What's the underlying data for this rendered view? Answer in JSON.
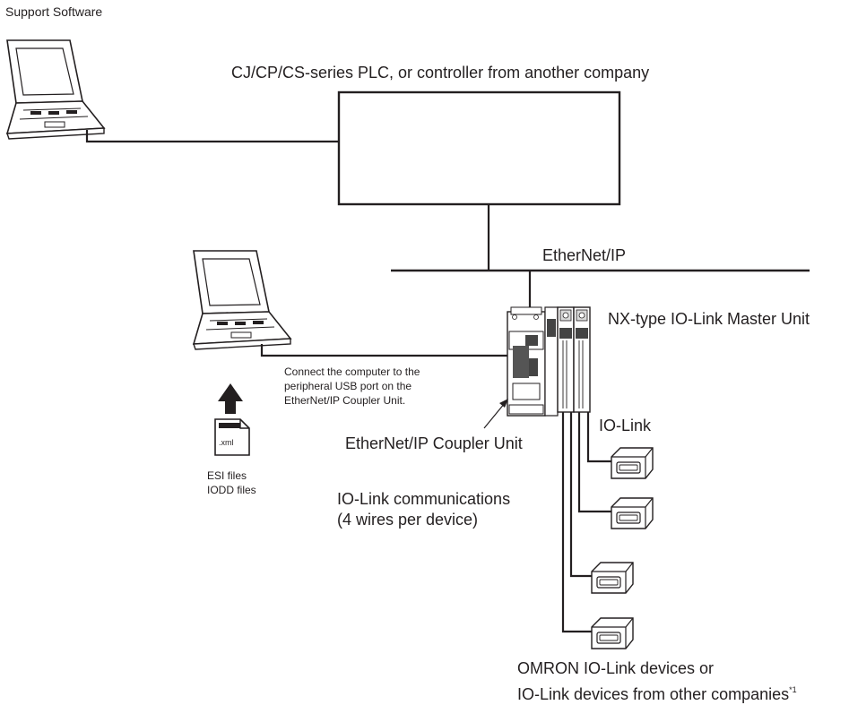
{
  "labels": {
    "support_software": "Support Software",
    "plc": "CJ/CP/CS-series PLC, or controller from another company",
    "ethernet_ip": "EtherNet/IP",
    "master_unit": "NX-type IO-Link Master Unit",
    "connect_line1": "Connect the computer to the",
    "connect_line2": "peripheral USB port on the",
    "connect_line3": "EtherNet/IP Coupler Unit.",
    "coupler_unit": "EtherNet/IP Coupler Unit",
    "io_link": "IO-Link",
    "iolink_comm_line1": "IO-Link communications",
    "iolink_comm_line2": "(4 wires per device)",
    "esi_files": "ESI files",
    "iodd_files": "IODD files",
    "file_ext": ".xml",
    "devices_line1": "OMRON IO-Link devices or",
    "devices_line2": "IO-Link devices from other companies",
    "footnote_mark": "*1"
  },
  "colors": {
    "line": "#231f20",
    "unit_gray": "#d9d9d9",
    "connector": "#444444"
  },
  "icons": [
    "laptop-icon",
    "up-arrow-icon",
    "file-icon",
    "io-link-device-icon",
    "coupler-unit-icon",
    "master-unit-icon"
  ]
}
